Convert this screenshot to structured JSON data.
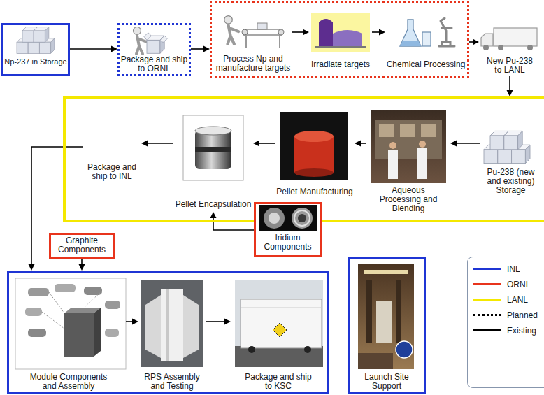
{
  "diagram": {
    "nodes": [
      {
        "text": [
          "Np-237 in Storage"
        ]
      },
      {
        "text": [
          "Package and ship to ORNL"
        ]
      },
      {
        "text": []
      },
      {
        "text": [
          "Process Np and manufacture targets"
        ],
        "in": 2
      },
      {
        "text": [
          "Irradiate targets"
        ],
        "in": 2
      },
      {
        "text": [
          "Chemical Processing"
        ],
        "in": 2
      },
      {
        "text": [
          "New Pu-238 to LANL"
        ]
      },
      {
        "text": []
      },
      {
        "text": [
          "Pu-238 (new and existing) Storage"
        ],
        "in": 7
      },
      {
        "text": [
          "Aqueous Processing and Blending"
        ],
        "in": 7
      },
      {
        "text": [
          "Pellet Manufacturing"
        ],
        "in": 7
      },
      {
        "text": [
          "Pellet Encapsulation"
        ],
        "in": 7
      },
      {
        "text": [
          "Package and ship to INL"
        ],
        "in": 7
      },
      {
        "text": [
          "Iridium Components"
        ]
      },
      {
        "text": [
          "Graphite Components"
        ]
      },
      {
        "text": []
      },
      {
        "text": [
          "Module Components and Assembly"
        ],
        "in": 15
      },
      {
        "text": [
          "RPS Assembly and Testing"
        ],
        "in": 15
      },
      {
        "text": [
          "Package and ship to KSC"
        ],
        "in": 15
      },
      {
        "text": [
          "Launch Site Support"
        ]
      }
    ],
    "edges": [
      {
        "from": 0,
        "to": 1,
        "arrow": "to"
      },
      {
        "from": 1,
        "to": 2,
        "arrow": "to"
      },
      {
        "from": 3,
        "to": 4,
        "arrow": "to"
      },
      {
        "from": 4,
        "to": 5,
        "arrow": "to"
      },
      {
        "from": 2,
        "to": 6,
        "arrow": "to"
      },
      {
        "from": 6,
        "to": 7,
        "arrow": "to"
      },
      {
        "from": 8,
        "to": 9,
        "arrow": "to"
      },
      {
        "from": 9,
        "to": 10,
        "arrow": "to"
      },
      {
        "from": 10,
        "to": 11,
        "arrow": "to"
      },
      {
        "from": 11,
        "to": 12,
        "arrow": "to"
      },
      {
        "from": 13,
        "to": 11,
        "arrow": "to"
      },
      {
        "from": 12,
        "to": 15,
        "arrow": "to"
      },
      {
        "from": 14,
        "to": 15,
        "arrow": "to"
      },
      {
        "from": 16,
        "to": 17,
        "arrow": "to"
      },
      {
        "from": 17,
        "to": 18,
        "arrow": "to"
      }
    ],
    "legend": [
      {
        "text": "INL",
        "color": "#1f35d4"
      },
      {
        "text": "ORNL",
        "color": "#e8341c"
      },
      {
        "text": "LANL",
        "color": "#f4e800"
      },
      {
        "text": "Planned"
      },
      {
        "text": "Existing"
      }
    ]
  }
}
